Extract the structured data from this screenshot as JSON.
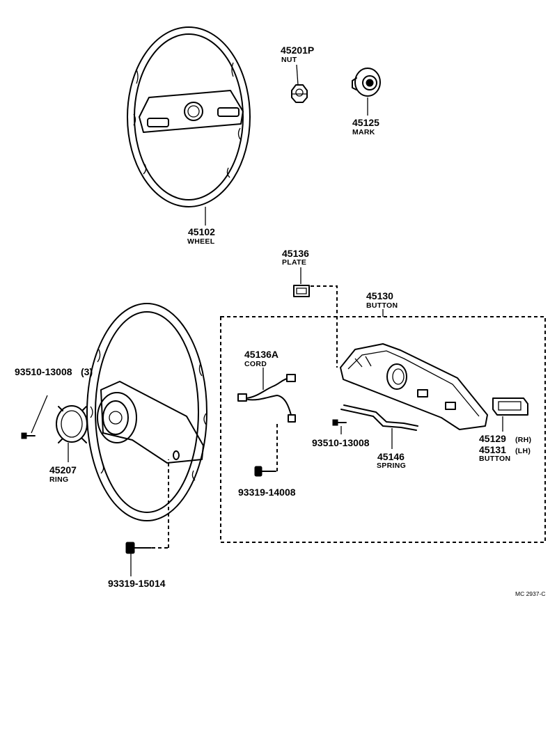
{
  "parts": {
    "nut": {
      "number": "45201P",
      "name": "NUT"
    },
    "mark": {
      "number": "45125",
      "name": "MARK"
    },
    "wheel": {
      "number": "45102",
      "name": "WHEEL"
    },
    "plate": {
      "number": "45136",
      "name": "PLATE"
    },
    "button_assy": {
      "number": "45130",
      "name": "BUTTON"
    },
    "cord": {
      "number": "45136A",
      "name": "CORD"
    },
    "screw_ring": {
      "number": "93510-13008",
      "qty": "(3)"
    },
    "ring": {
      "number": "45207",
      "name": "RING"
    },
    "screw_spring": {
      "number": "93510-13008"
    },
    "spring": {
      "number": "45146",
      "name": "SPRING"
    },
    "button_rh": {
      "number": "45129",
      "side": "(RH)"
    },
    "button_lh": {
      "number": "45131",
      "side": "(LH)",
      "name": "BUTTON"
    },
    "screw_cord": {
      "number": "93319-14008"
    },
    "screw_wheel": {
      "number": "93319-15014"
    }
  },
  "drawing_ref": "MC 2937-C"
}
